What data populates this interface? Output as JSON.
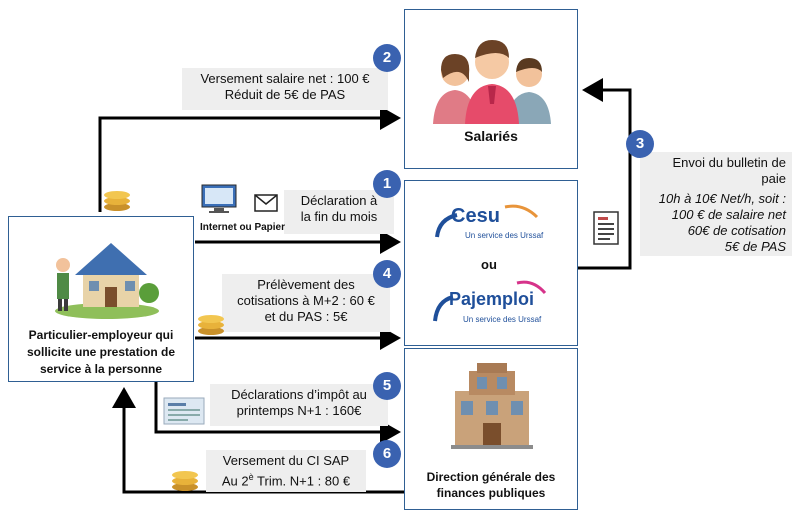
{
  "nodes": {
    "employer": "Particulier-employeur qui sollicite une prestation de service à la personne",
    "employees": "Salariés",
    "dgfip": "Direction générale des finances publiques"
  },
  "logos": {
    "cesu": "Cesu",
    "cesu_sub": "Un service des Urssaf",
    "or": "ou",
    "pajemploi": "Pajemploi",
    "pajemploi_sub": "Un service des Urssaf"
  },
  "labels": {
    "salary_l1": "Versement salaire net : 100 €",
    "salary_l2": "Réduit de 5€ de PAS",
    "decl_l1": "Déclaration à",
    "decl_l2": "la fin du mois",
    "internet": "Internet ou Papier",
    "prelev_l1": "Prélèvement des",
    "prelev_l2": "cotisations à M+2 : 60 €",
    "prelev_l3": "et du PAS : 5€",
    "impot_l1": "Déclarations d’impôt au",
    "impot_l2": "printemps N+1 : 160€",
    "ci_l1": "Versement du CI SAP",
    "ci_l2a": "Au 2",
    "ci_sup": "è",
    "ci_l2b": " Trim. N+1 : 80 €",
    "bulletin_title": "Envoi du bulletin de paie",
    "bulletin_l1": "10h à 10€ Net/h, soit :",
    "bulletin_l2": "100 € de salaire net",
    "bulletin_l3": "60€ de cotisation",
    "bulletin_l4": "5€ de PAS"
  },
  "steps": [
    "1",
    "2",
    "3",
    "4",
    "5",
    "6"
  ],
  "colors": {
    "border": "#2f5f93",
    "badge": "#3a62b0",
    "label_bg": "#eeeeee",
    "coin": "#e8b23a"
  }
}
